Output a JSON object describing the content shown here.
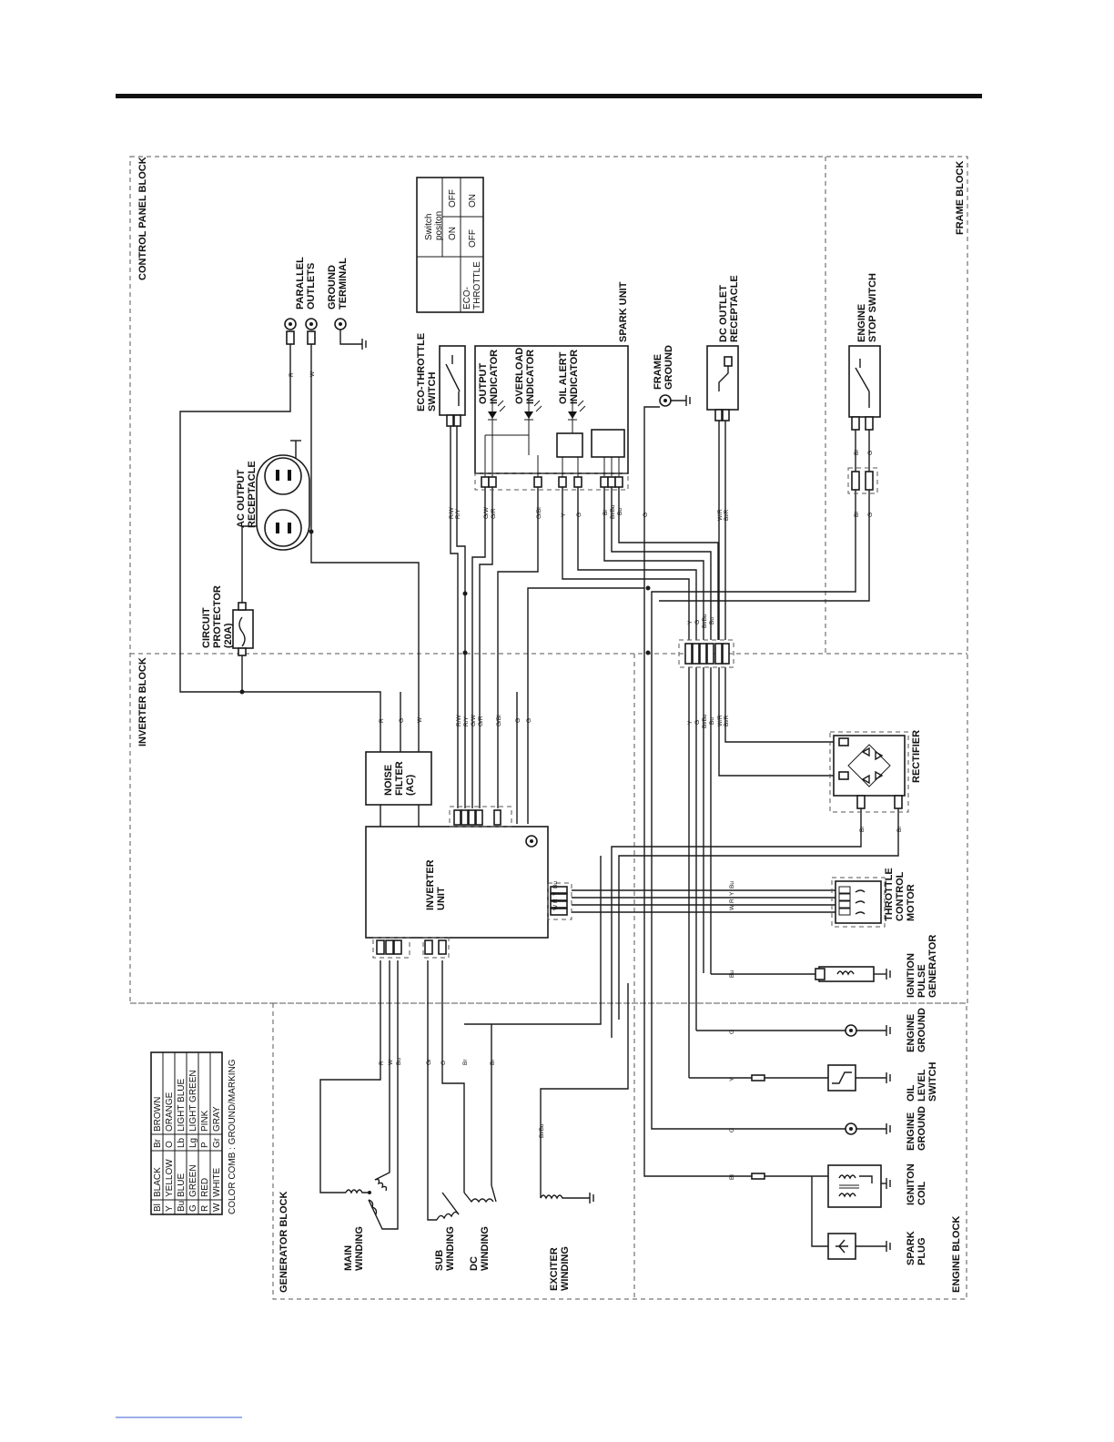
{
  "blocks": {
    "control_panel": "CONTROL PANEL BLOCK",
    "frame": "FRAME BLOCK",
    "inverter": "INVERTER BLOCK",
    "generator": "GENERATOR BLOCK",
    "engine": "ENGINE BLOCK"
  },
  "components": {
    "parallel_outlets": [
      "PARALLEL",
      "OUTLETS"
    ],
    "ground_terminal": [
      "GROUND",
      "TERMINAL"
    ],
    "ac_output": [
      "AC OUTPUT",
      "RECEPTACLE"
    ],
    "circuit_protector": [
      "CIRCUIT",
      "PROTECTOR",
      "(20A)"
    ],
    "eco_switch": [
      "ECO-THROTTLE",
      "SWITCH"
    ],
    "output_ind": [
      "OUTPUT",
      "INDICATOR"
    ],
    "overload_ind": [
      "OVERLOAD",
      "INDICATOR"
    ],
    "oil_alert_ind": [
      "OIL ALERT",
      "INDICATOR"
    ],
    "spark_unit": "SPARK UNIT",
    "frame_ground": [
      "FRAME",
      "GROUND"
    ],
    "dc_outlet": [
      "DC OUTLET",
      "RECEPTACLE"
    ],
    "engine_stop": [
      "ENGINE",
      "STOP SWITCH"
    ],
    "noise_filter": [
      "NOISE",
      "FILTER",
      "(AC)"
    ],
    "inverter_unit": [
      "INVERTER",
      "UNIT"
    ],
    "rectifier": "RECTIFIER",
    "throttle_motor": [
      "THROTTLE",
      "CONTROL",
      "MOTOR"
    ],
    "ign_pulse": [
      "IGNITION",
      "PULSE",
      "GENERATOR"
    ],
    "engine_ground": [
      "ENGINE",
      "GROUND"
    ],
    "oil_level": [
      "OIL",
      "LEVEL",
      "SWITCH"
    ],
    "ign_coil": [
      "IGNITON",
      "COIL"
    ],
    "spark_plug": [
      "SPARK",
      "PLUG"
    ],
    "main_winding": [
      "MAIN",
      "WINDING"
    ],
    "sub_winding": [
      "SUB",
      "WINDING"
    ],
    "dc_winding": [
      "DC",
      "WINDING"
    ],
    "exciter_winding": [
      "EXCITER",
      "WINDING"
    ]
  },
  "switch_table": {
    "header": [
      "Switch",
      "positon"
    ],
    "cols": [
      "ON",
      "OFF"
    ],
    "row_label": [
      "ECO-",
      "THROTTLE"
    ],
    "row_values": [
      "OFF",
      "ON"
    ]
  },
  "color_legend": {
    "rows": [
      [
        "Bl",
        "BLACK",
        "Br",
        "BROWN"
      ],
      [
        "Y",
        "YELLOW",
        "O",
        "ORANGE"
      ],
      [
        "Bu",
        "BLUE",
        "Lb",
        "LIGHT BLUE"
      ],
      [
        "G",
        "GREEN",
        "Lg",
        "LIGHT GREEN"
      ],
      [
        "R",
        "RED",
        "P",
        "PINK"
      ],
      [
        "W",
        "WHITE",
        "Gr",
        "GRAY"
      ]
    ],
    "note": "COLOR COMB : GROUND/MARKING"
  },
  "wire_labels": {
    "inv_top": [
      "R",
      "G",
      "W"
    ],
    "inv_bundle": [
      "R/W",
      "R/Y",
      "G/W",
      "G/R",
      "G/Bl"
    ],
    "inv_gg": [
      "G",
      "G"
    ],
    "inv_right": [
      "Y",
      "G",
      "Bl/Bu",
      "Bu",
      "W/R",
      "Bl/R"
    ],
    "cp_rw": [
      "R/W",
      "R/Y"
    ],
    "cp_gw": [
      "G/W",
      "G/R"
    ],
    "cp_gbl": "G/Bl",
    "cp_yg": [
      "Y",
      "G"
    ],
    "cp_bl": [
      "Bl",
      "Bl/Bu",
      "Bu"
    ],
    "cp_g": "G",
    "cp_wr": [
      "W/R",
      "Bl/R"
    ],
    "cp_stop": [
      "Bl",
      "G"
    ],
    "frame_conn": [
      "Y",
      "G",
      "Bl/Bu",
      "Bu"
    ],
    "po": [
      "R",
      "W"
    ],
    "rect_br": [
      "Br",
      "Br"
    ],
    "throttle": [
      "Bu",
      "Y",
      "R",
      "W"
    ],
    "gen": [
      "R",
      "W",
      "Bu",
      "Gr",
      "O",
      "Br",
      "Br"
    ],
    "exc": "Bl/Bu",
    "eng": [
      "Bu",
      "G",
      "Y",
      "G",
      "Bl"
    ]
  }
}
